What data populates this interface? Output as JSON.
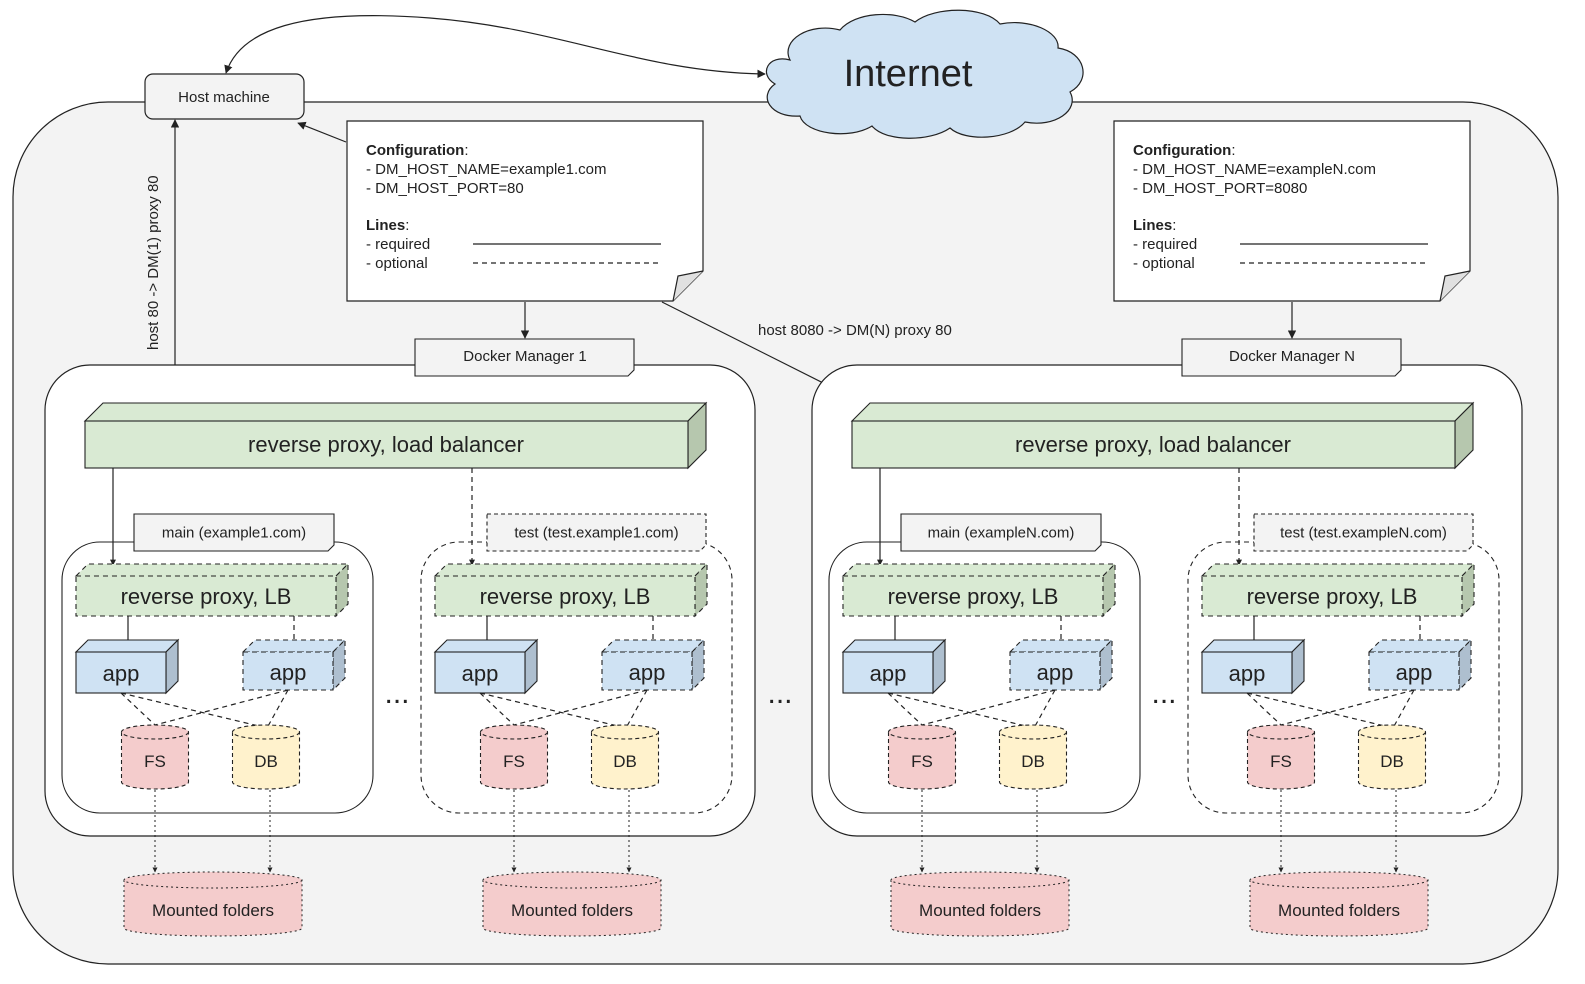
{
  "internet": {
    "label": "Internet",
    "color": "#cfe2f3"
  },
  "host": {
    "label": "Host machine",
    "arrow_label_left": "host 80 -> DM(1) proxy 80",
    "arrow_label_right": "host 8080  -> DM(N) proxy 80"
  },
  "configs": [
    {
      "heading": "Configuration",
      "lines": [
        "- DM_HOST_NAME=example1.com",
        "- DM_HOST_PORT=80"
      ],
      "legend_heading": "Lines",
      "legend_required": "- required",
      "legend_optional": "- optional"
    },
    {
      "heading": "Configuration",
      "lines": [
        "- DM_HOST_NAME=exampleN.com",
        "- DM_HOST_PORT=8080"
      ],
      "legend_heading": "Lines",
      "legend_required": "- required",
      "legend_optional": "- optional"
    }
  ],
  "managers": [
    {
      "label": "Docker Manager 1",
      "proxy": "reverse proxy, load balancer",
      "envs": [
        {
          "label": "main (example1.com)",
          "proxy": "reverse proxy, LB",
          "app1": "app",
          "app2": "app",
          "fs": "FS",
          "db": "DB",
          "mounted": "Mounted folders"
        },
        {
          "label": "test (test.example1.com)",
          "proxy": "reverse proxy, LB",
          "app1": "app",
          "app2": "app",
          "fs": "FS",
          "db": "DB",
          "mounted": "Mounted folders"
        }
      ]
    },
    {
      "label": "Docker Manager  N",
      "proxy": "reverse proxy, load balancer",
      "envs": [
        {
          "label": "main (exampleN.com)",
          "proxy": "reverse proxy, LB",
          "app1": "app",
          "app2": "app",
          "fs": "FS",
          "db": "DB",
          "mounted": "Mounted folders"
        },
        {
          "label": "test (test.exampleN.com)",
          "proxy": "reverse proxy, LB",
          "app1": "app",
          "app2": "app",
          "fs": "FS",
          "db": "DB",
          "mounted": "Mounted folders"
        }
      ]
    }
  ],
  "ellipsis": "...",
  "colors": {
    "host_bg": "#f3f3f3",
    "proxy_green": "#d9ead3",
    "proxy_green_side": "#b6c7ae",
    "app_blue": "#cfe2f3",
    "app_blue_side": "#aebfcf",
    "fs_red": "#f4cccc",
    "db_yellow": "#fff2cc",
    "mounted_red": "#f4cccc"
  }
}
